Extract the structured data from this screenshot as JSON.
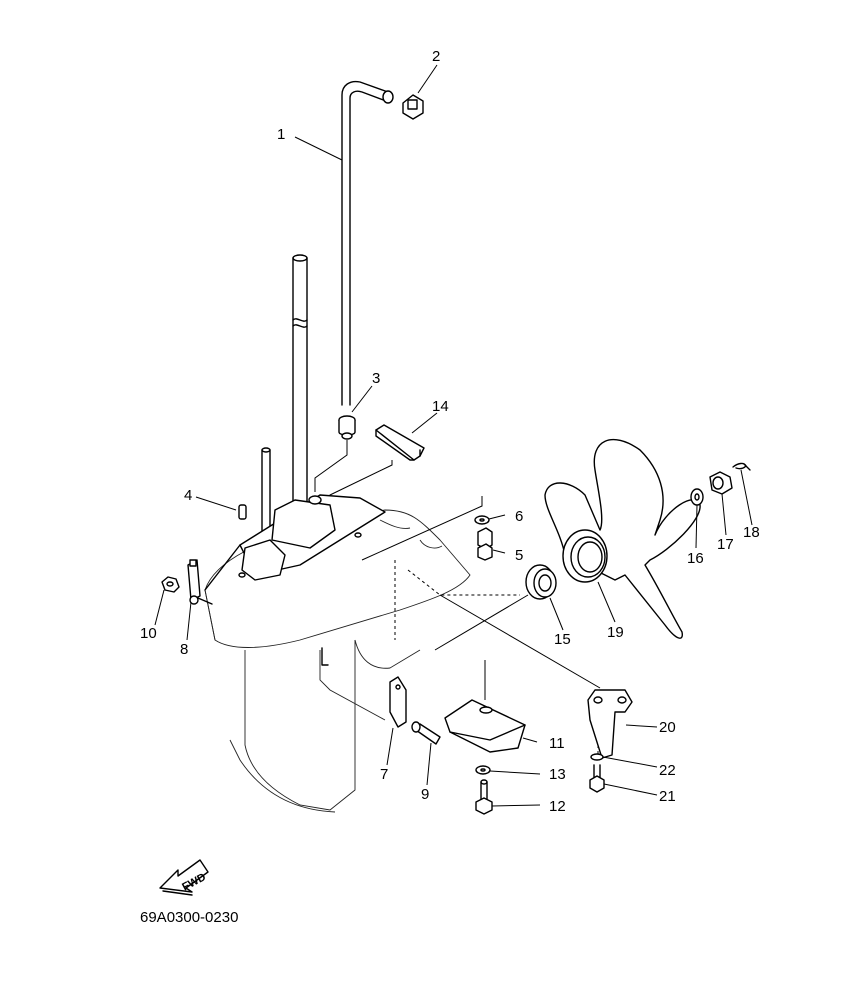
{
  "diagram": {
    "drawing_code": "69A0300-0230",
    "fwd_label": "FWD",
    "callouts": [
      {
        "id": "c1",
        "label": "1"
      },
      {
        "id": "c2",
        "label": "2"
      },
      {
        "id": "c3",
        "label": "3"
      },
      {
        "id": "c4",
        "label": "4"
      },
      {
        "id": "c5",
        "label": "5"
      },
      {
        "id": "c6",
        "label": "6"
      },
      {
        "id": "c7",
        "label": "7"
      },
      {
        "id": "c8",
        "label": "8"
      },
      {
        "id": "c9",
        "label": "9"
      },
      {
        "id": "c10",
        "label": "10"
      },
      {
        "id": "c11",
        "label": "11"
      },
      {
        "id": "c12",
        "label": "12"
      },
      {
        "id": "c13",
        "label": "13"
      },
      {
        "id": "c14",
        "label": "14"
      },
      {
        "id": "c15",
        "label": "15"
      },
      {
        "id": "c16",
        "label": "16"
      },
      {
        "id": "c17",
        "label": "17"
      },
      {
        "id": "c18",
        "label": "18"
      },
      {
        "id": "c19",
        "label": "19"
      },
      {
        "id": "c20",
        "label": "20"
      },
      {
        "id": "c21",
        "label": "21"
      },
      {
        "id": "c22",
        "label": "22"
      }
    ]
  }
}
